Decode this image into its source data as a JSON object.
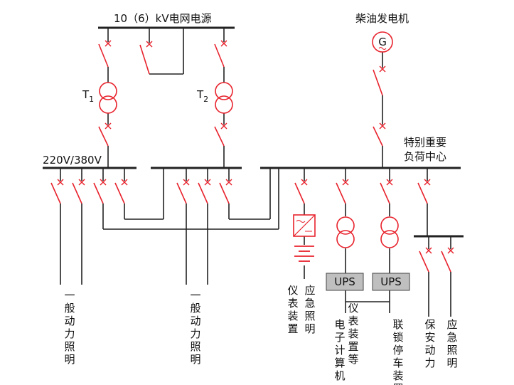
{
  "colors": {
    "line": "#222222",
    "switch": "#e8222c",
    "ups_fill": "#bfbfbf"
  },
  "labels": {
    "grid_source": "10（6）kV电网电源",
    "diesel_generator": "柴油发电机",
    "generator_symbol": "G",
    "t1": "T",
    "t1_sub": "1",
    "t2": "T",
    "t2_sub": "2",
    "voltage": "220V/380V",
    "critical_load_line1": "特别重要",
    "critical_load_line2": "负荷中心",
    "ups1": "UPS",
    "ups2": "UPS"
  },
  "vertical_labels": {
    "general_left": "一般动力照明",
    "general_mid": "一般动力照明",
    "instrument": "仪表装置",
    "emergency_lighting_1": "应急照明",
    "computer": "电子计算机",
    "instrument_etc": "仪表装置等",
    "interlock": "联锁停车装置",
    "security_power": "保安动力",
    "emergency_lighting_2": "应急照明"
  }
}
